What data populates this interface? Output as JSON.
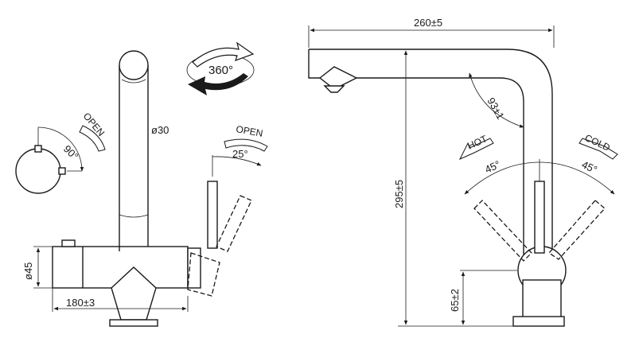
{
  "dimensions": {
    "overall_length": "260±5",
    "overall_height": "295±5",
    "spout_angle": "93±1",
    "base_height": "65±2",
    "body_length": "180±3",
    "body_diameter": "ø45",
    "spout_diameter": "ø30",
    "rotation": "360°",
    "side_lever_angle": "90°",
    "lever_open_angle": "25°",
    "hot_angle": "45°",
    "cold_angle": "45°"
  },
  "labels": {
    "open_side": "OPEN",
    "open_lever": "OPEN",
    "hot": "HOT",
    "cold": "COLD"
  }
}
